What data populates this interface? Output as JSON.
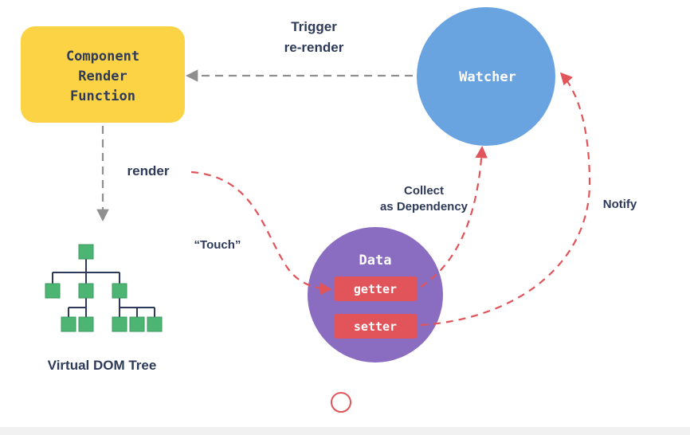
{
  "diagram": {
    "render_function": {
      "line1": "Component",
      "line2": "Render",
      "line3": "Function"
    },
    "watcher": {
      "label": "Watcher"
    },
    "data_node": {
      "label": "Data",
      "getter": "getter",
      "setter": "setter"
    },
    "edge_labels": {
      "trigger_line1": "Trigger",
      "trigger_line2": "re-render",
      "render": "render",
      "touch": "“Touch”",
      "collect_line1": "Collect",
      "collect_line2": "as Dependency",
      "notify": "Notify"
    },
    "vdom_tree": {
      "label": "Virtual DOM Tree"
    }
  },
  "colors": {
    "render_box": "#fdd346",
    "watcher": "#6aa4e0",
    "data": "#8a6cc1",
    "pill": "#e0545a",
    "tree_node": "#4cb574",
    "arrow_gray": "#8f8f8f",
    "arrow_red": "#e0545a",
    "text_dark": "#2e3a59"
  }
}
